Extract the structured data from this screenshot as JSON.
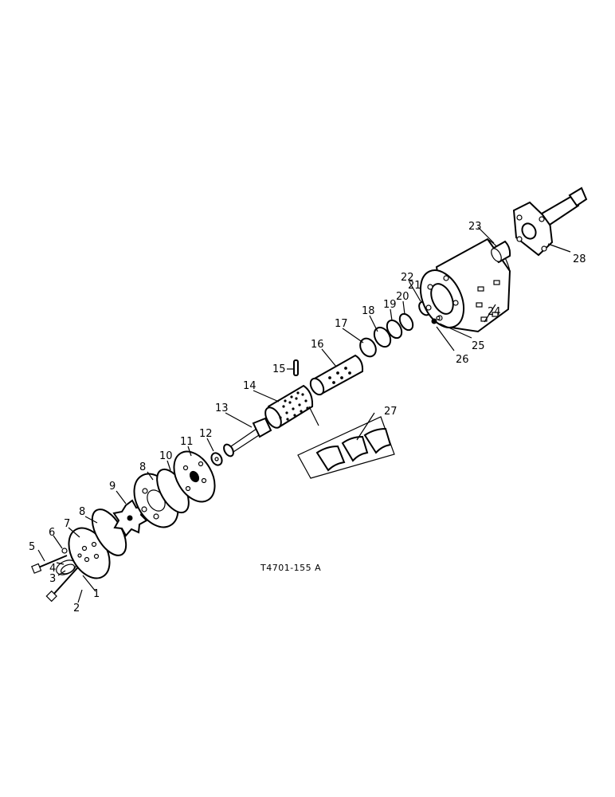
{
  "diagram": {
    "reference_code": "T4701-155 A",
    "labels": [
      "1",
      "2",
      "3",
      "4",
      "5",
      "6",
      "7",
      "8",
      "9",
      "10",
      "11",
      "12",
      "13",
      "14",
      "15",
      "16",
      "17",
      "18",
      "19",
      "20",
      "21",
      "22",
      "23",
      "24",
      "25",
      "26",
      "27",
      "28"
    ]
  }
}
